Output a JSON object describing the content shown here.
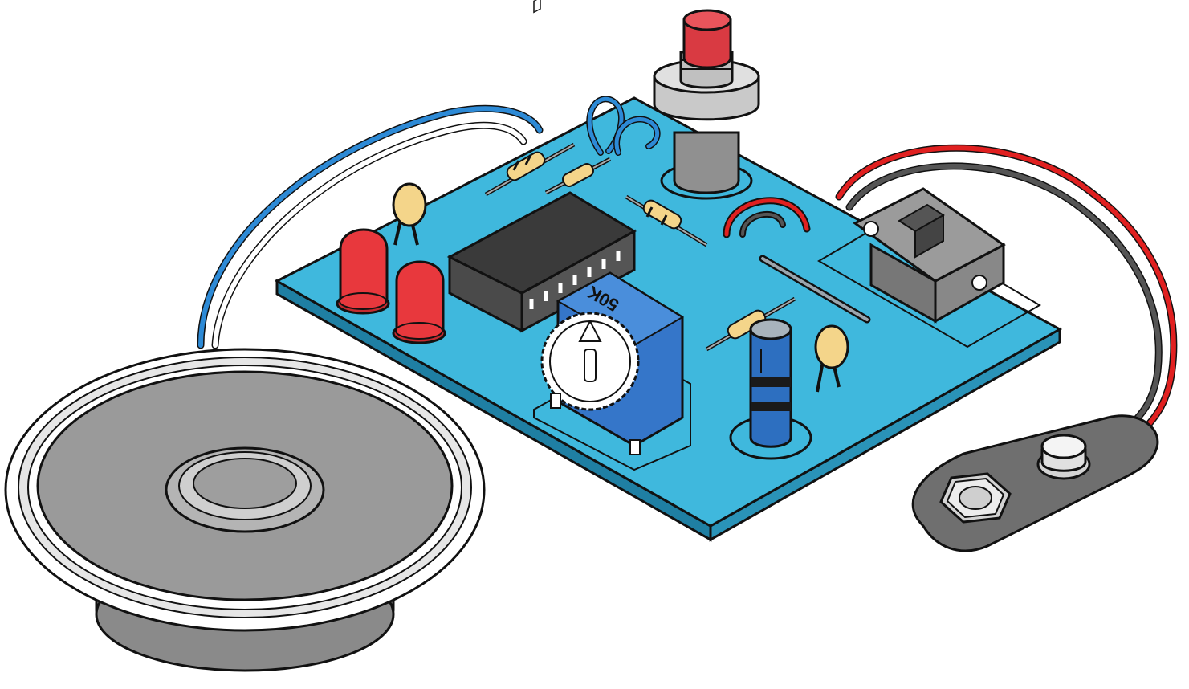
{
  "illustration": {
    "components": [
      "speaker",
      "circuit-board",
      "ic-chip",
      "potentiometer",
      "push-button",
      "slide-switch",
      "battery-clip",
      "red-led",
      "electrolytic-capacitor",
      "ceramic-capacitor",
      "resistor",
      "jumper-wire"
    ],
    "labels": {
      "potentiometer_value": "50K"
    },
    "colors": {
      "board": "#3fb8dd",
      "led": "#e8383d",
      "button_cap": "#d93a42",
      "wire_blue": "#2d8ad6",
      "wire_red": "#e02020",
      "wire_black": "#222222",
      "speaker": "#9a9a9a",
      "chip": "#3a3a3a",
      "pot_body": "#3576c9",
      "capacitor_body": "#2d6fc0",
      "ceramic_cap": "#f4d58a",
      "battery_clip": "#6f6f6f"
    }
  }
}
